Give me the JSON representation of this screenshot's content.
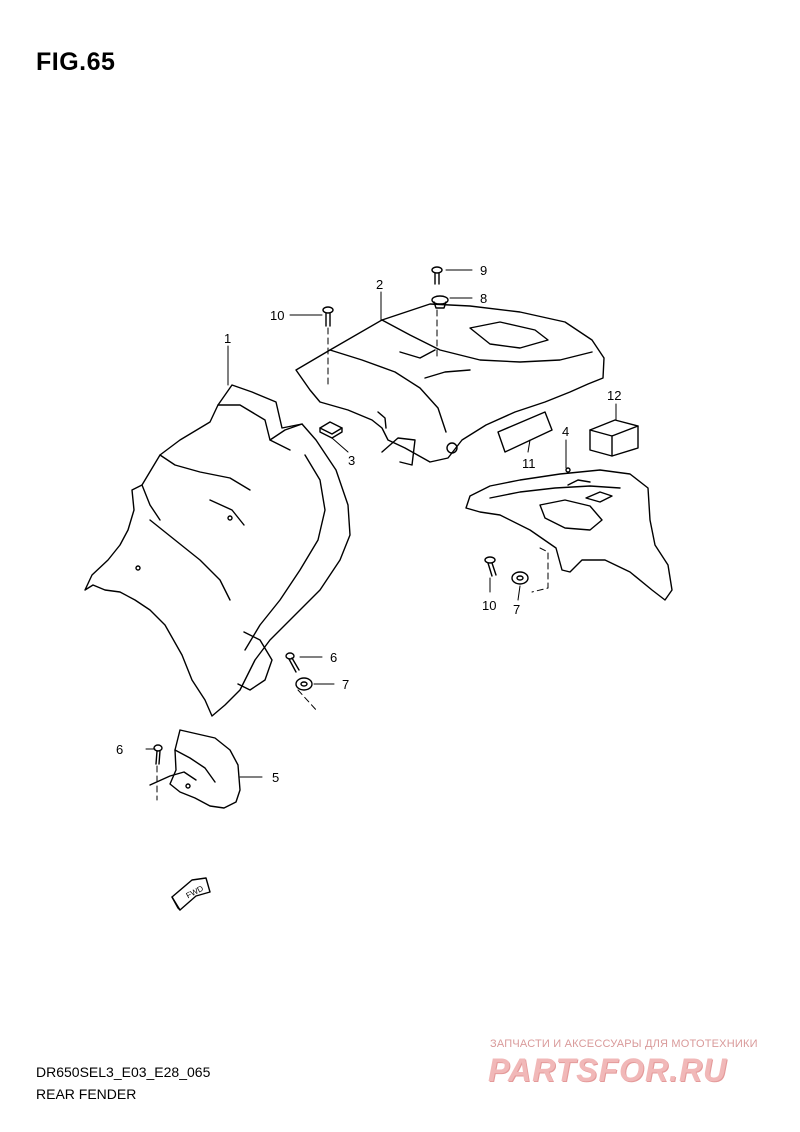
{
  "figure": {
    "title": "FIG.65",
    "code": "DR650SEL3_E03_E28_065",
    "name": "REAR FENDER"
  },
  "callouts": {
    "c1": "1",
    "c2": "2",
    "c3": "3",
    "c4": "4",
    "c5": "5",
    "c6a": "6",
    "c6b": "6",
    "c7a": "7",
    "c7b": "7",
    "c8": "8",
    "c9": "9",
    "c10a": "10",
    "c10b": "10",
    "c11": "11",
    "c12": "12"
  },
  "fwd_arrow": {
    "label": "FWD"
  },
  "watermark": {
    "text": "ЗАПЧАСТИ И АКСЕССУАРЫ ДЛЯ МОТОТЕХНИКИ",
    "logo": "PARTSFOR.RU"
  }
}
